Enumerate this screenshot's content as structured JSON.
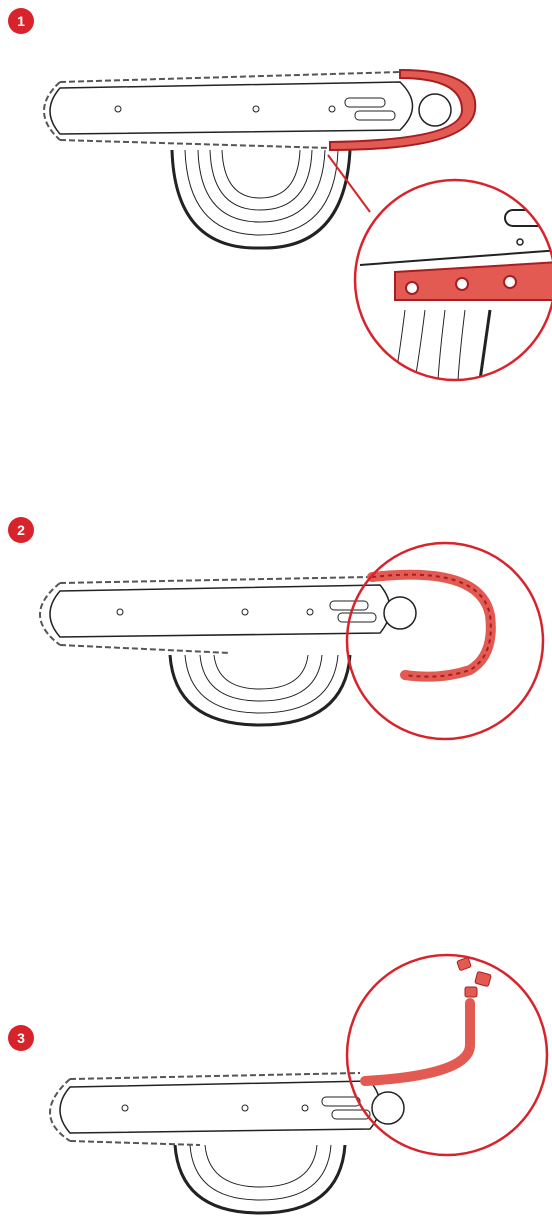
{
  "colors": {
    "accent": "#d8232a",
    "chain_red": "#e35a52",
    "ink": "#222222"
  },
  "steps": [
    {
      "number": "1",
      "highlighted_part": "chain-tooth-close-up"
    },
    {
      "number": "2",
      "highlighted_part": "loose-chain-section"
    },
    {
      "number": "3",
      "highlighted_part": "broken-chain-links"
    }
  ]
}
